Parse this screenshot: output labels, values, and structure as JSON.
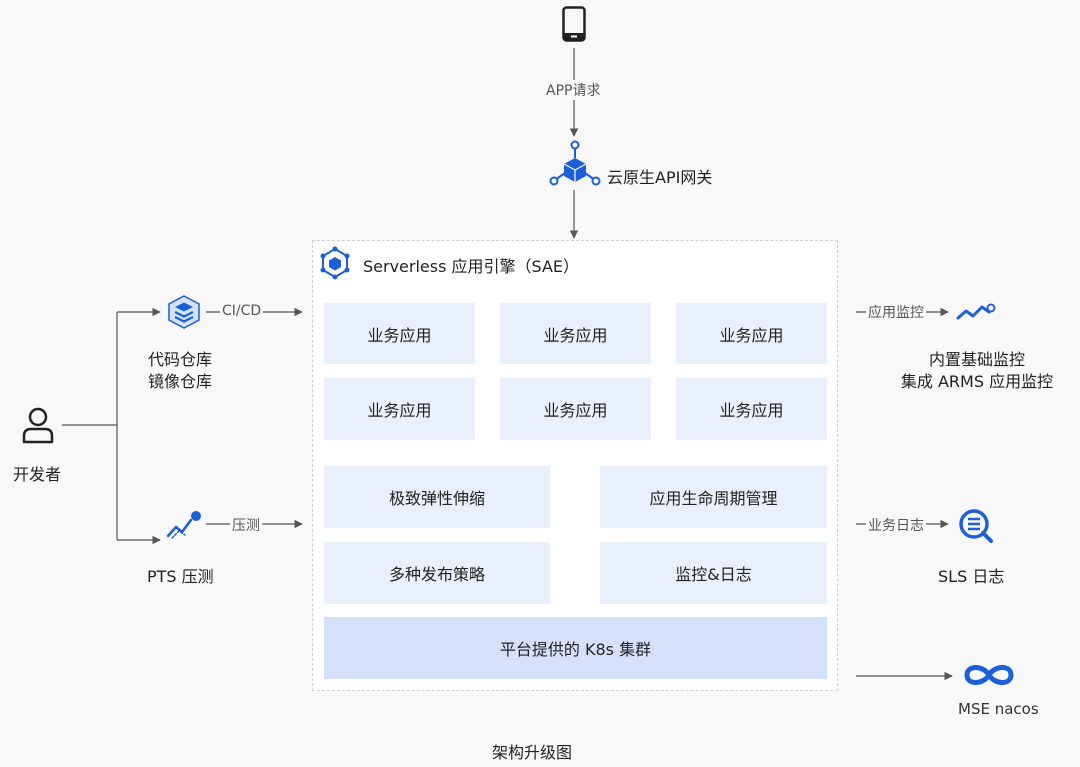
{
  "mobile": {
    "icon": "smartphone-icon"
  },
  "app_request_label": "APP请求",
  "gateway": {
    "icon": "api-gateway-cube-icon",
    "label": "云原生API网关"
  },
  "sae": {
    "icon": "sae-hexagon-icon",
    "title": "Serverless 应用引擎（SAE）",
    "business_apps": [
      "业务应用",
      "业务应用",
      "业务应用",
      "业务应用",
      "业务应用",
      "业务应用"
    ],
    "features": [
      "极致弹性伸缩",
      "应用生命周期管理",
      "多种发布策略",
      "监控&日志"
    ],
    "platform": "平台提供的 K8s 集群"
  },
  "developer": {
    "icon": "user-icon",
    "label": "开发者"
  },
  "repo": {
    "icon": "layers-stack-icon",
    "lines": [
      "代码仓库",
      "镜像仓库"
    ],
    "edge_label": "CI/CD"
  },
  "pts": {
    "icon": "trend-chart-icon",
    "label": "PTS 压测",
    "edge_label": "压测"
  },
  "monitor": {
    "icon": "monitor-wave-icon",
    "edge_label": "应用监控",
    "lines": [
      "内置基础监控",
      "集成 ARMS 应用监控"
    ]
  },
  "sls": {
    "icon": "log-search-icon",
    "edge_label": "业务日志",
    "label": "SLS 日志"
  },
  "mse": {
    "icon": "infinity-icon",
    "label": "MSE nacos"
  },
  "caption": "架构升级图",
  "colors": {
    "accent": "#1b5fd9",
    "box": "#e9effc",
    "box_dark": "#d5e1fb",
    "line": "#555555"
  }
}
